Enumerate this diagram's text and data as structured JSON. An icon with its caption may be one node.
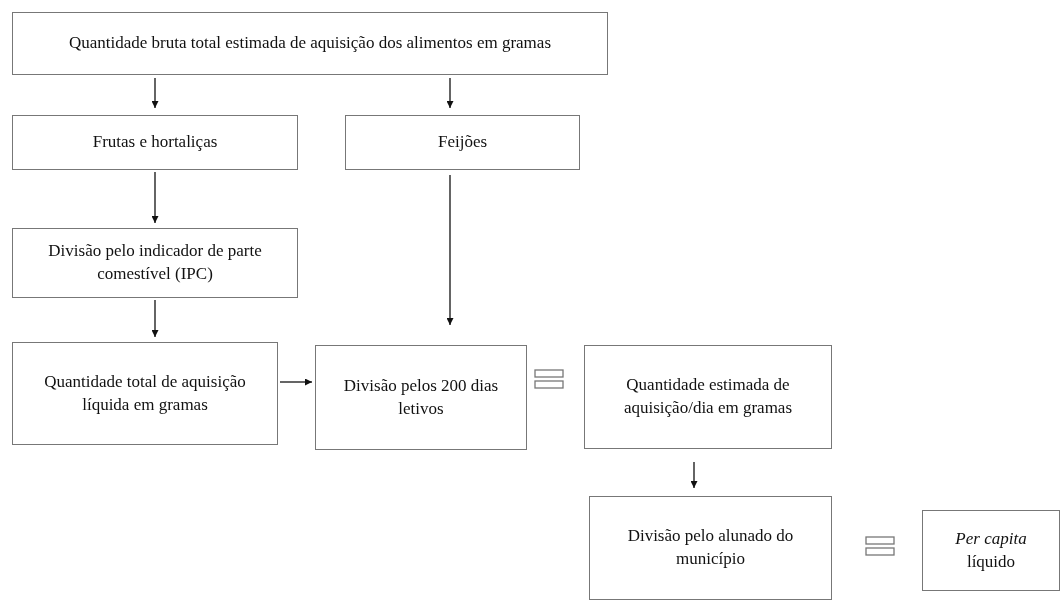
{
  "diagram": {
    "nodes": [
      {
        "text": [
          "Quantidade bruta total estimada de aquisição dos alimentos em gramas"
        ]
      },
      {
        "text": [
          "Frutas e hortaliças"
        ]
      },
      {
        "text": [
          "Feijões"
        ]
      },
      {
        "text": [
          "Divisão pelo indicador de parte comestível (IPC)"
        ]
      },
      {
        "text": [
          "Quantidade total de aquisição líquida em gramas"
        ]
      },
      {
        "text": [
          "Divisão pelos 200 dias letivos"
        ]
      },
      {
        "text": [
          "Quantidade estimada de aquisição/dia em gramas"
        ]
      },
      {
        "text": [
          "Divisão pelo alunado do município"
        ]
      },
      {
        "text": [
          "*Per capita* líquido"
        ]
      }
    ],
    "edges": [
      {
        "from": 0,
        "to": 1,
        "arrow": "to"
      },
      {
        "from": 0,
        "to": 2,
        "arrow": "to"
      },
      {
        "from": 1,
        "to": 3,
        "arrow": "to"
      },
      {
        "from": 3,
        "to": 4,
        "arrow": "to"
      },
      {
        "from": 2,
        "to": 5,
        "arrow": "to"
      },
      {
        "from": 4,
        "to": 5,
        "arrow": "to"
      },
      {
        "from": 6,
        "to": 7,
        "arrow": "to"
      }
    ]
  }
}
